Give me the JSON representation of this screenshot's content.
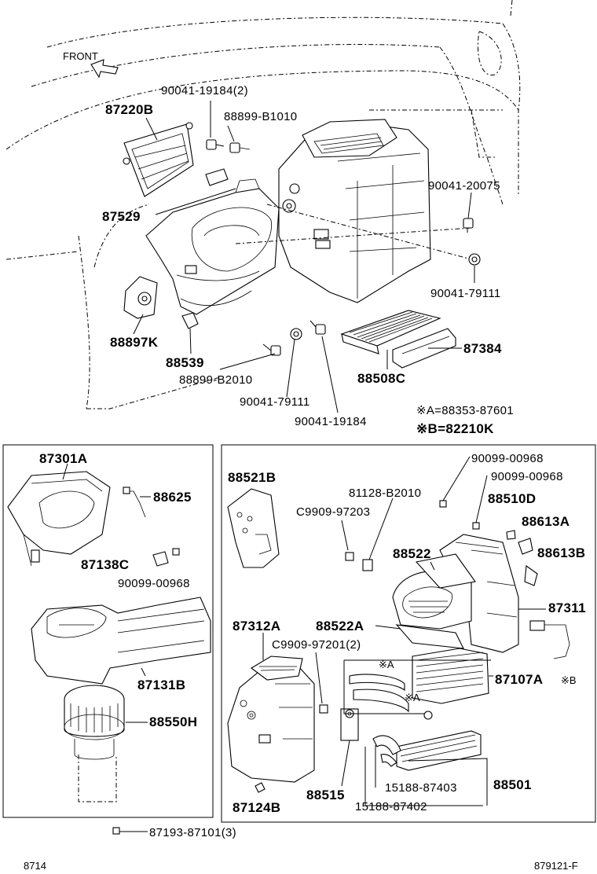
{
  "front_label": "FRONT",
  "labels": {
    "p90041_19184_2": "90041-19184(2)",
    "p87220B": "87220B",
    "p88899_B1010": "88899-B1010",
    "p87529": "87529",
    "p90041_20075": "90041-20075",
    "p90041_79111_top": "90041-79111",
    "p88897K": "88897K",
    "p88539": "88539",
    "p88899_B2010": "88899-B2010",
    "p88508C": "88508C",
    "p87384": "87384",
    "p90041_79111_bot": "90041-79111",
    "p90041_19184": "90041-19184",
    "noteA": "※A=88353-87601",
    "noteB": "※B=82210K",
    "p87301A": "87301A",
    "p88625": "88625",
    "p87138C": "87138C",
    "p90099_00968_left": "90099-00968",
    "p87131B": "87131B",
    "p88550H": "88550H",
    "p87193_87101_3": "87193-87101(3)",
    "p90099_00968_r1": "90099-00968",
    "p90099_00968_r2": "90099-00968",
    "p88521B": "88521B",
    "p81128_B2010": "81128-B2010",
    "p88510D": "88510D",
    "pC9909_97203": "C9909-97203",
    "p88613A": "88613A",
    "p88522": "88522",
    "p88613B": "88613B",
    "p87311": "87311",
    "p87312A": "87312A",
    "p88522A": "88522A",
    "pC9909_97201_2": "C9909-97201(2)",
    "markA1": "※A",
    "markA2": "※A",
    "p87107A": "87107A",
    "markB": "※B",
    "p88515": "88515",
    "p15188_87403": "15188-87403",
    "p88501": "88501",
    "p87124B": "87124B",
    "p15188_87402": "15188-87402"
  },
  "footer": {
    "left": "8714",
    "right": "879121-F"
  }
}
